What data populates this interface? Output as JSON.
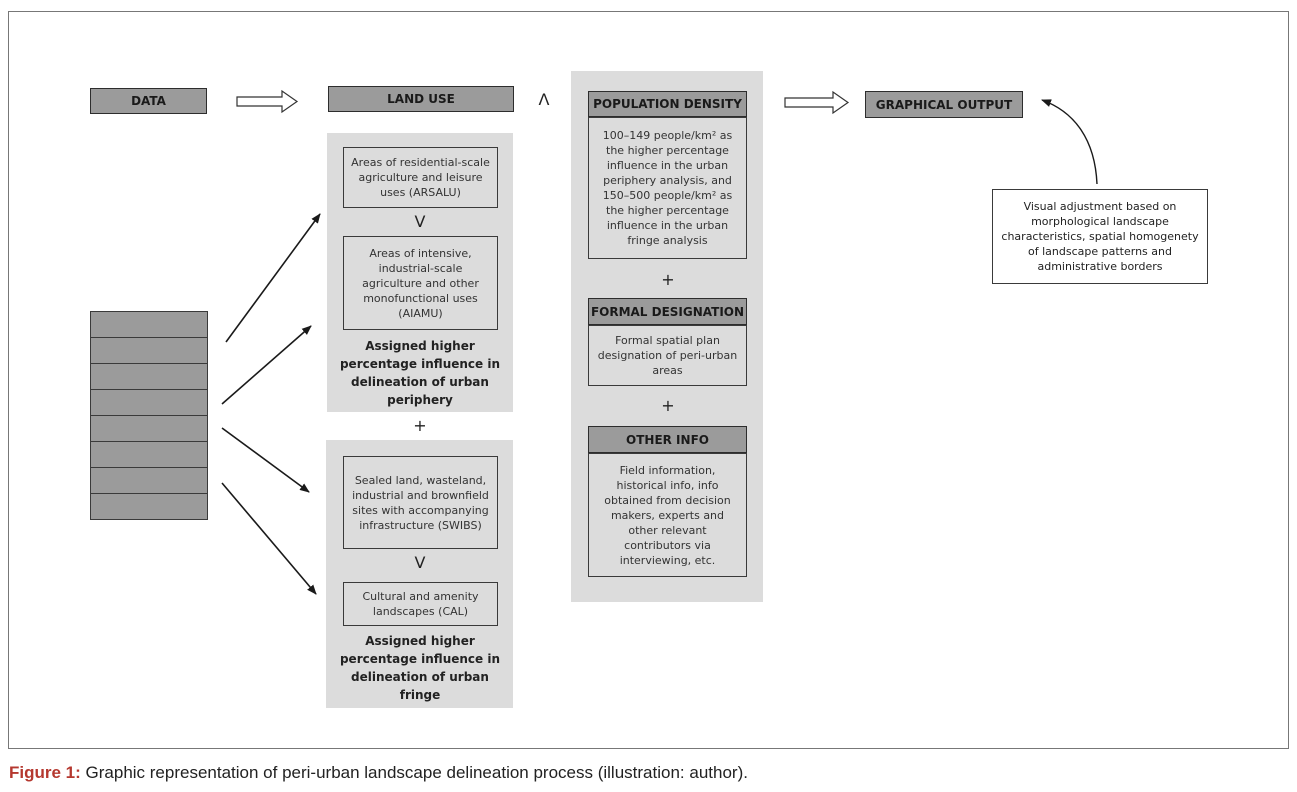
{
  "header": {
    "data": "DATA",
    "land_use": "LAND USE",
    "and_symbol": "Λ",
    "population_density": "POPULATION DENSITY",
    "graphical_output": "GRAPHICAL OUTPUT"
  },
  "land_use": {
    "arsalu": "Areas of residential-scale agriculture and leisure uses (ARSALU)",
    "or_1": "V",
    "aiamu": "Areas of intensive, industrial-scale agriculture and other monofunctional uses (AIAMU)",
    "periphery_note": "Assigned higher percentage influence in delineation of urban periphery",
    "plus": "+",
    "swibs": "Sealed land, wasteland, industrial and brownfield sites with accompanying infrastructure (SWIBS)",
    "or_2": "V",
    "cal": "Cultural and amenity landscapes (CAL)",
    "fringe_note": "Assigned higher percentage influence in delineation of urban fringe"
  },
  "criteria": {
    "population_text": "100–149 people/km² as the higher percentage influence in the urban periphery analysis, and 150–500 people/km² as the higher percentage influence in the urban fringe analysis",
    "plus_1": "+",
    "formal_designation": "FORMAL DESIGNATION",
    "formal_text": "Formal spatial plan designation of peri-urban areas",
    "plus_2": "+",
    "other_info": "OTHER INFO",
    "other_text": "Field information, historical info, info obtained from decision makers, experts and other relevant contributors via interviewing, etc."
  },
  "adjustment": {
    "text": "Visual adjustment based on morphological landscape characteristics, spatial homogenety of landscape patterns and administrative borders"
  },
  "caption": {
    "label": "Figure 1:",
    "text": " Graphic representation of peri-urban landscape delineation process (illustration: author)."
  },
  "colors": {
    "header_fill": "#9b9b9b",
    "panel_fill": "#dcdcdc",
    "caption_label": "#b5382f"
  }
}
